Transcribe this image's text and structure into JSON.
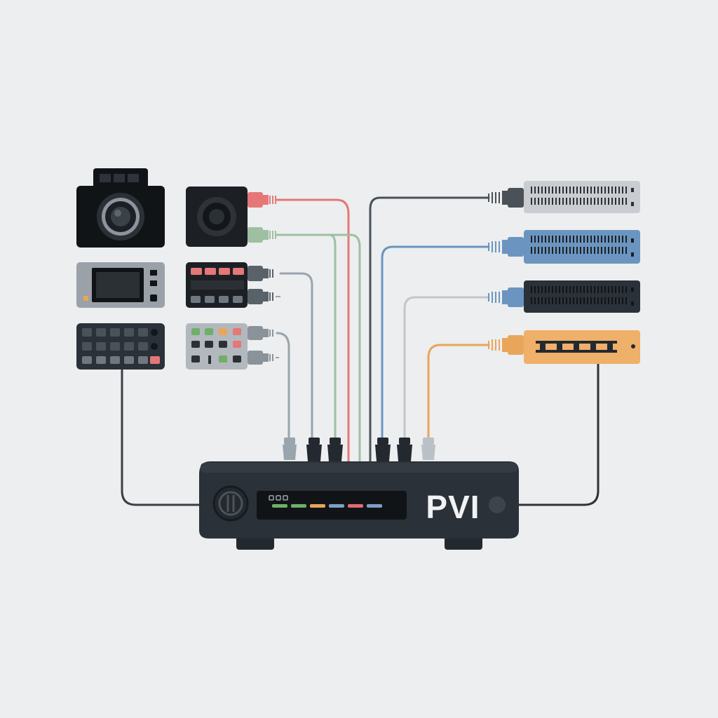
{
  "hub": {
    "label": "PVI",
    "led_colors": [
      "#6fae6b",
      "#6fae6b",
      "#e9a55a",
      "#7d9fc4",
      "#e06b72",
      "#7d9fc4"
    ]
  },
  "palette": {
    "background": "#eceeef",
    "device_dark": "#24292f",
    "red": "#e57777",
    "green": "#9fbfa3",
    "slate": "#9aa4ad",
    "blue": "#6b95c0",
    "silver": "#c3c7cb",
    "orange": "#e9a55a"
  },
  "devices_left": [
    {
      "icon": "camera-icon"
    },
    {
      "icon": "webcam-icon"
    },
    {
      "icon": "recorder-display-icon"
    },
    {
      "icon": "control-pad-icon"
    },
    {
      "icon": "keypad-icon"
    },
    {
      "icon": "mixer-panel-icon"
    }
  ],
  "devices_right": [
    {
      "icon": "patch-panel-icon",
      "color": "silver"
    },
    {
      "icon": "patch-panel-icon",
      "color": "blue"
    },
    {
      "icon": "patch-panel-icon",
      "color": "black"
    },
    {
      "icon": "network-switch-icon",
      "color": "orange"
    }
  ]
}
